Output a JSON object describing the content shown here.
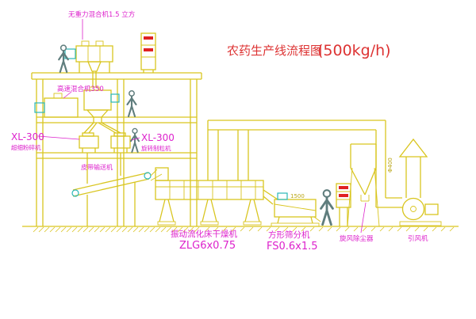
{
  "title": {
    "text": "农药生产线流程图",
    "capacity": "(500kg/h)"
  },
  "labels": {
    "gravity_free_mixer": "无重力混合机1.5 立方",
    "high_speed_mixer": "高速混合机350",
    "mill_model": "XL-300",
    "mill_name": "超细粉碎机",
    "granulator_model": "XL-300",
    "granulator_name": "旋转制粒机",
    "belt_conveyor": "皮带输送机",
    "fluid_bed_dryer": "振动流化床干燥机",
    "fluid_bed_dryer_model": "ZLG6x0.75",
    "square_sieve": "方形筛分机",
    "square_sieve_model": "FS0.6x1.5",
    "cyclone": "旋风除尘器",
    "induced_draft_fan": "引风机"
  },
  "dimensions": {
    "duct_diameter": "Φ400",
    "sieve_width": "1500"
  },
  "colors": {
    "drawing_yellow": "#d9c51f",
    "label_magenta": "#dd22cc",
    "title_red": "#dd3333",
    "accent_cyan": "#2ab8b8",
    "cabinet_red": "#e02222",
    "background": "#ffffff"
  }
}
